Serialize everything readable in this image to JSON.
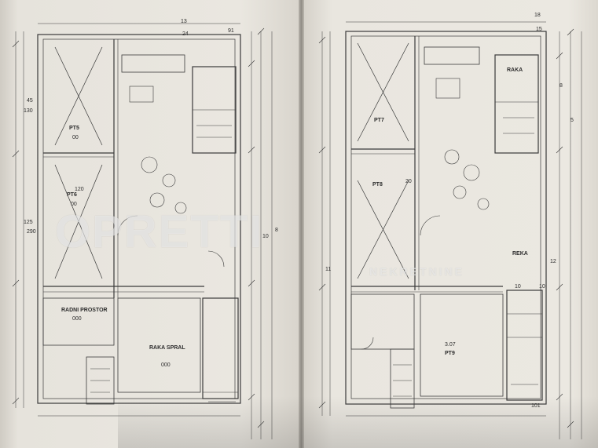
{
  "watermark": {
    "main": "OPRETTI",
    "sub": "NEKRETNINE"
  },
  "left_plan": {
    "rooms": [
      {
        "name": "PT5",
        "area": "00"
      },
      {
        "name": "PT6",
        "area": "00"
      },
      {
        "name": "RADNI PROSTOR",
        "area": "000"
      },
      {
        "name": "RAKA SPRAL",
        "area": "000"
      }
    ],
    "dimensions": [
      "13",
      "24",
      "91",
      "45",
      "130",
      "120",
      "125",
      "290",
      "10",
      "8"
    ]
  },
  "right_plan": {
    "rooms": [
      {
        "name": "PT7",
        "area": ""
      },
      {
        "name": "PT8",
        "area": ""
      },
      {
        "name": "RAKA",
        "area": ""
      },
      {
        "name": "REKA",
        "area": ""
      },
      {
        "name": "PT9",
        "area": "3.07"
      }
    ],
    "dimensions": [
      "18",
      "15",
      "8",
      "5",
      "10",
      "20",
      "12",
      "11",
      "101",
      "10"
    ]
  }
}
